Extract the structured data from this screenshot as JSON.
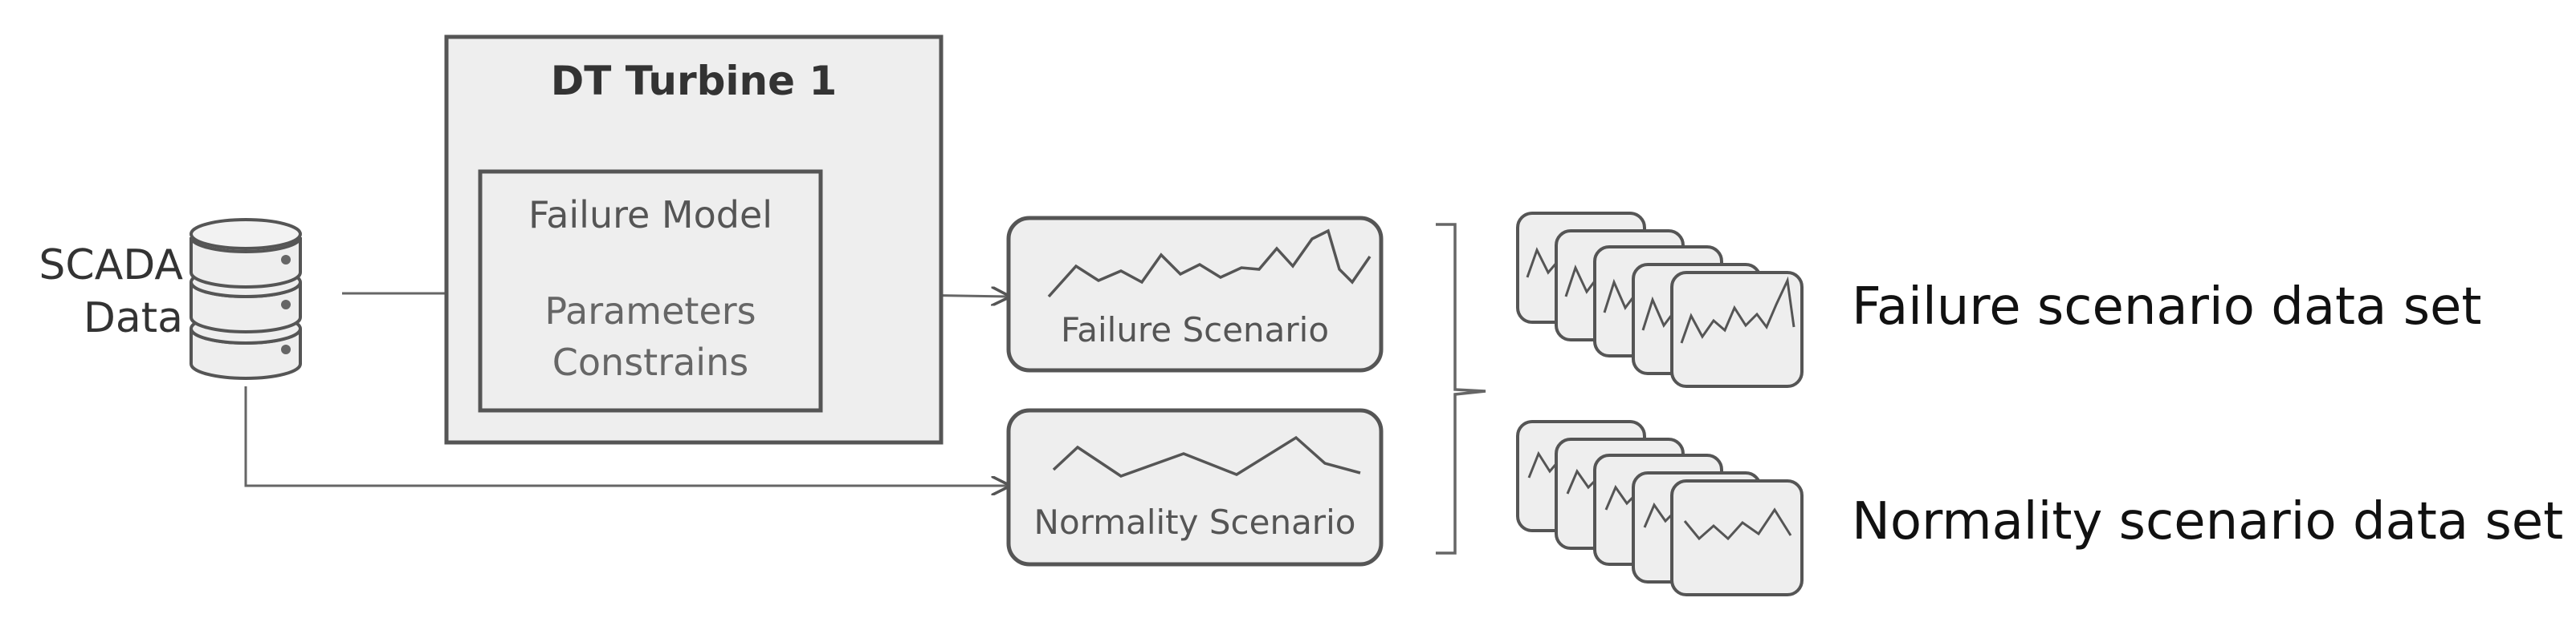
{
  "source": {
    "line1": "SCADA",
    "line2": "Data",
    "icon": "database-icon"
  },
  "twin": {
    "title": "DT Turbine 1",
    "model_title": "Failure Model",
    "param_line1": "Parameters",
    "param_line2": "Constrains"
  },
  "scenarios": {
    "failure_label": "Failure Scenario",
    "normality_label": "Normality Scenario"
  },
  "datasets": {
    "failure_label": "Failure scenario data set",
    "normality_label": "Normality scenario data set"
  },
  "colors": {
    "stroke": "#555555",
    "box_fill": "#eeeeee",
    "text": "#555555",
    "dataset_text": "#111111"
  }
}
